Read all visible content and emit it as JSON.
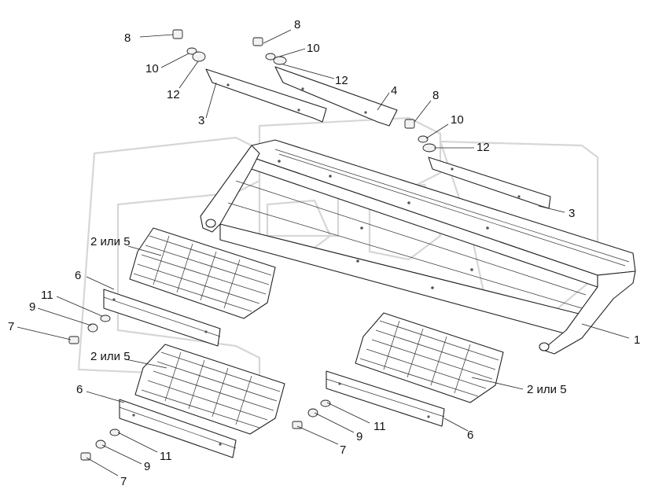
{
  "diagram": {
    "corner_text": "",
    "labels": [
      {
        "id": "label-8-a",
        "text": "8"
      },
      {
        "id": "label-10-a",
        "text": "10"
      },
      {
        "id": "label-12-a",
        "text": "12"
      },
      {
        "id": "label-3-a",
        "text": "3"
      },
      {
        "id": "label-8-b",
        "text": "8"
      },
      {
        "id": "label-10-b",
        "text": "10"
      },
      {
        "id": "label-12-b",
        "text": "12"
      },
      {
        "id": "label-4",
        "text": "4"
      },
      {
        "id": "label-8-c",
        "text": "8"
      },
      {
        "id": "label-10-c",
        "text": "10"
      },
      {
        "id": "label-12-c",
        "text": "12"
      },
      {
        "id": "label-3-b",
        "text": "3"
      },
      {
        "id": "label-2or5-a",
        "text": "2 или 5"
      },
      {
        "id": "label-6-a",
        "text": "6"
      },
      {
        "id": "label-11-a",
        "text": "11"
      },
      {
        "id": "label-9-a",
        "text": "9"
      },
      {
        "id": "label-7-a",
        "text": "7"
      },
      {
        "id": "label-1",
        "text": "1"
      },
      {
        "id": "label-2or5-b",
        "text": "2 или 5"
      },
      {
        "id": "label-6-b",
        "text": "6"
      },
      {
        "id": "label-11-b",
        "text": "11"
      },
      {
        "id": "label-9-b",
        "text": "9"
      },
      {
        "id": "label-7-b",
        "text": "7"
      },
      {
        "id": "label-2or5-c",
        "text": "2 или 5"
      },
      {
        "id": "label-11-c",
        "text": "11"
      },
      {
        "id": "label-9-c",
        "text": "9"
      },
      {
        "id": "label-6-c",
        "text": "6"
      },
      {
        "id": "label-7-c",
        "text": "7"
      }
    ]
  }
}
